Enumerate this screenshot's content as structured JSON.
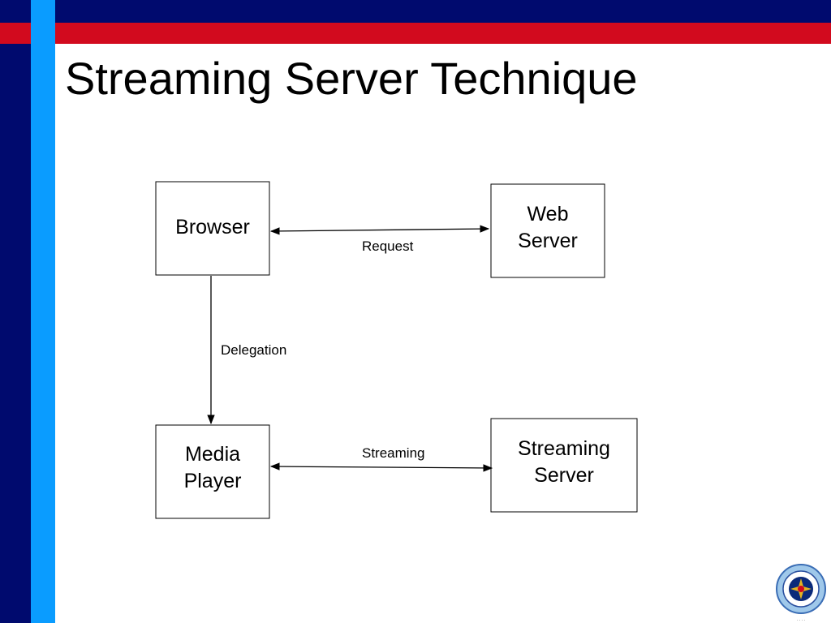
{
  "slide": {
    "title": "Streaming Server Technique"
  },
  "colors": {
    "navy": "#000a6e",
    "red": "#d20a1e",
    "blue": "#0a9cff",
    "text": "#000000"
  },
  "diagram": {
    "nodes": {
      "browser": "Browser",
      "web_server": "Web\nServer",
      "media_player": "Media\nPlayer",
      "streaming_server": "Streaming\nServer"
    },
    "edges": {
      "request": "Request",
      "delegation": "Delegation",
      "streaming": "Streaming"
    }
  },
  "logo": {
    "name": "university-seal-logo",
    "caption": "Kasetsart University"
  }
}
